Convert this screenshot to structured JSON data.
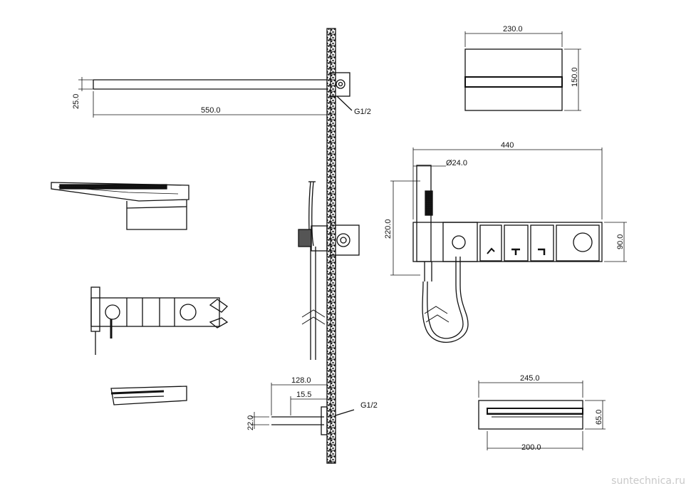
{
  "dimensions": {
    "shower_head_height": "25.0",
    "shower_head_length": "550.0",
    "connection_top": "G1/2",
    "panel_width": "230.0",
    "panel_height": "150.0",
    "mixer_length": "440",
    "handle_diameter": "Ø24.0",
    "mixer_height": "220.0",
    "mixer_depth": "90.0",
    "spout_projection": "128.0",
    "spout_offset": "15.5",
    "spout_height": "22.0",
    "connection_bottom": "G1/2",
    "bath_spout_width": "245.0",
    "bath_spout_height": "65.0",
    "bath_spout_base": "200.0"
  },
  "watermark": "suntechnica.ru"
}
